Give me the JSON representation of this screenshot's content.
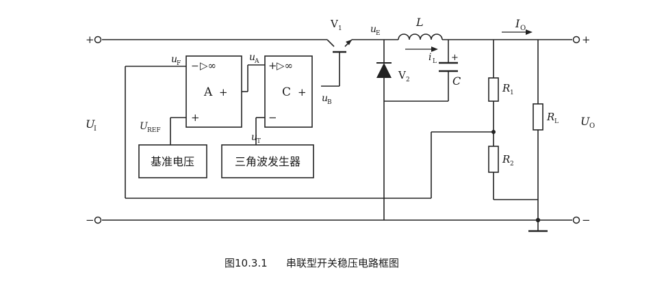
{
  "caption": {
    "number": "图10.3.1",
    "title": "串联型开关稳压电路框图"
  },
  "blocks": {
    "reference": "基准电压",
    "triangle_gen": "三角波发生器"
  },
  "opamps": {
    "a": {
      "name": "A",
      "minus": "−",
      "plus": "+",
      "out": "+",
      "symbol": "▷∞"
    },
    "c": {
      "name": "C",
      "plus": "+",
      "minus": "−",
      "out": "+",
      "symbol": "▷∞"
    }
  },
  "labels": {
    "ui": "U",
    "ui_sub": "I",
    "uo": "U",
    "uo_sub": "O",
    "io": "I",
    "io_sub": "O",
    "uf": "u",
    "uf_sub": "F",
    "ua": "u",
    "ua_sub": "A",
    "ub": "u",
    "ub_sub": "B",
    "ue": "u",
    "ue_sub": "E",
    "ut": "u",
    "ut_sub": "T",
    "uref": "U",
    "uref_sub": "REF",
    "v1": "V",
    "v1_sub": "1",
    "v2": "V",
    "v2_sub": "2",
    "l": "L",
    "il": "i",
    "il_sub": "L",
    "c": "C",
    "cap_plus": "+",
    "r1": "R",
    "r1_sub": "1",
    "r2": "R",
    "r2_sub": "2",
    "rl": "R",
    "rl_sub": "L"
  },
  "terminals": {
    "in_plus": "+",
    "in_minus": "−",
    "out_plus": "+",
    "out_minus": "−"
  }
}
